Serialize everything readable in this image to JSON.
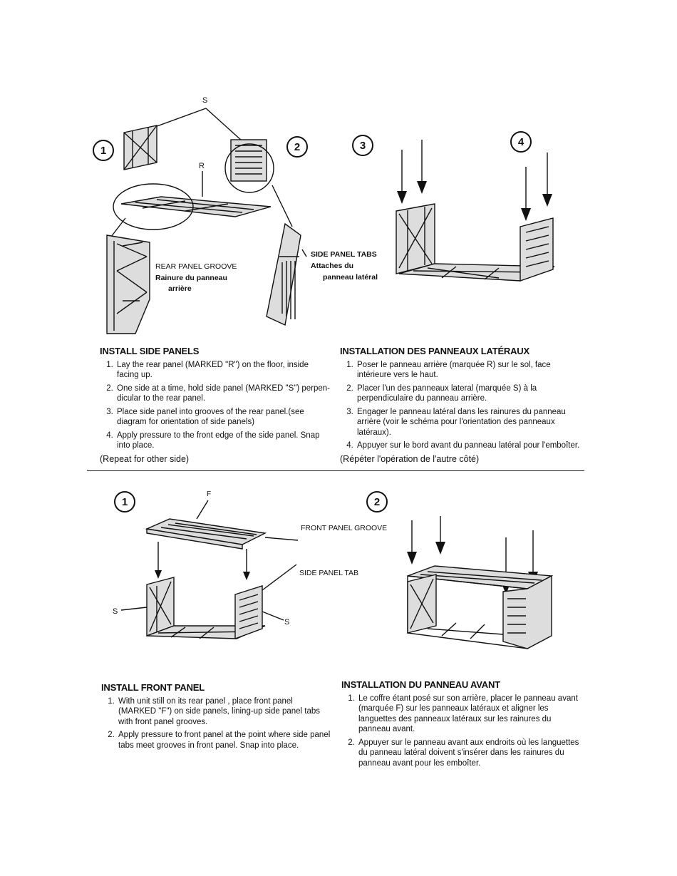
{
  "top": {
    "steps": [
      "1",
      "2",
      "3",
      "4"
    ],
    "labels": {
      "s": "S",
      "r": "R",
      "rear_groove_en": "REAR PANEL GROOVE",
      "rear_groove_fr_1": "Rainure du panneau",
      "rear_groove_fr_2": "arrière",
      "side_tabs_en": "SIDE PANEL TABS",
      "side_tabs_fr_1": "Attaches du",
      "side_tabs_fr_2": "panneau latéral"
    },
    "en": {
      "title": "INSTALL SIDE PANELS",
      "items": [
        "Lay the rear panel (MARKED \"R\") on the floor, inside facing up.",
        "One side at a time, hold side panel (MARKED \"S\") perpen-dicular to the rear panel.",
        "Place side panel into grooves of the rear panel.(see diagram for orientation of side panels)",
        "Apply pressure to the front edge of the side panel. Snap into place."
      ],
      "note": "(Repeat for other side)"
    },
    "fr": {
      "title": "INSTALLATION DES PANNEAUX LATÉRAUX",
      "items": [
        "Poser le panneau arrière (marquée R) sur le sol, face intérieure vers le haut.",
        "Placer l'un des panneaux lateral (marquée S) à la perpendiculaire du panneau arrière.",
        "Engager le panneau latéral dans les rainures du panneau arrière (voir le schéma pour l'orientation des panneaux latéraux).",
        "Appuyer sur le bord avant du panneau latéral pour l'emboîter."
      ],
      "note": "(Répéter l'opération de l'autre côté)"
    }
  },
  "bottom": {
    "steps": [
      "1",
      "2"
    ],
    "labels": {
      "f": "F",
      "front_groove": "FRONT PANEL GROOVE",
      "side_tab": "SIDE PANEL TAB",
      "s_left": "S",
      "s_right": "S"
    },
    "en": {
      "title": "INSTALL FRONT PANEL",
      "items": [
        "With unit still on its rear panel , place front panel (MARKED \"F\") on side panels, lining-up side panel tabs with front panel grooves.",
        "Apply pressure to front panel at the point where side panel tabs meet grooves in front panel. Snap into place."
      ]
    },
    "fr": {
      "title": "INSTALLATION DU PANNEAU AVANT",
      "items": [
        "Le coffre étant posé sur son arrière, placer le panneau avant (marquée F) sur les panneaux latéraux et aligner les languettes des panneaux latéraux sur les rainures du panneau avant.",
        "Appuyer sur le panneau avant aux endroits où les languettes du panneau latéral doivent s'insérer dans les rainures du panneau avant pour les emboîter."
      ]
    }
  }
}
